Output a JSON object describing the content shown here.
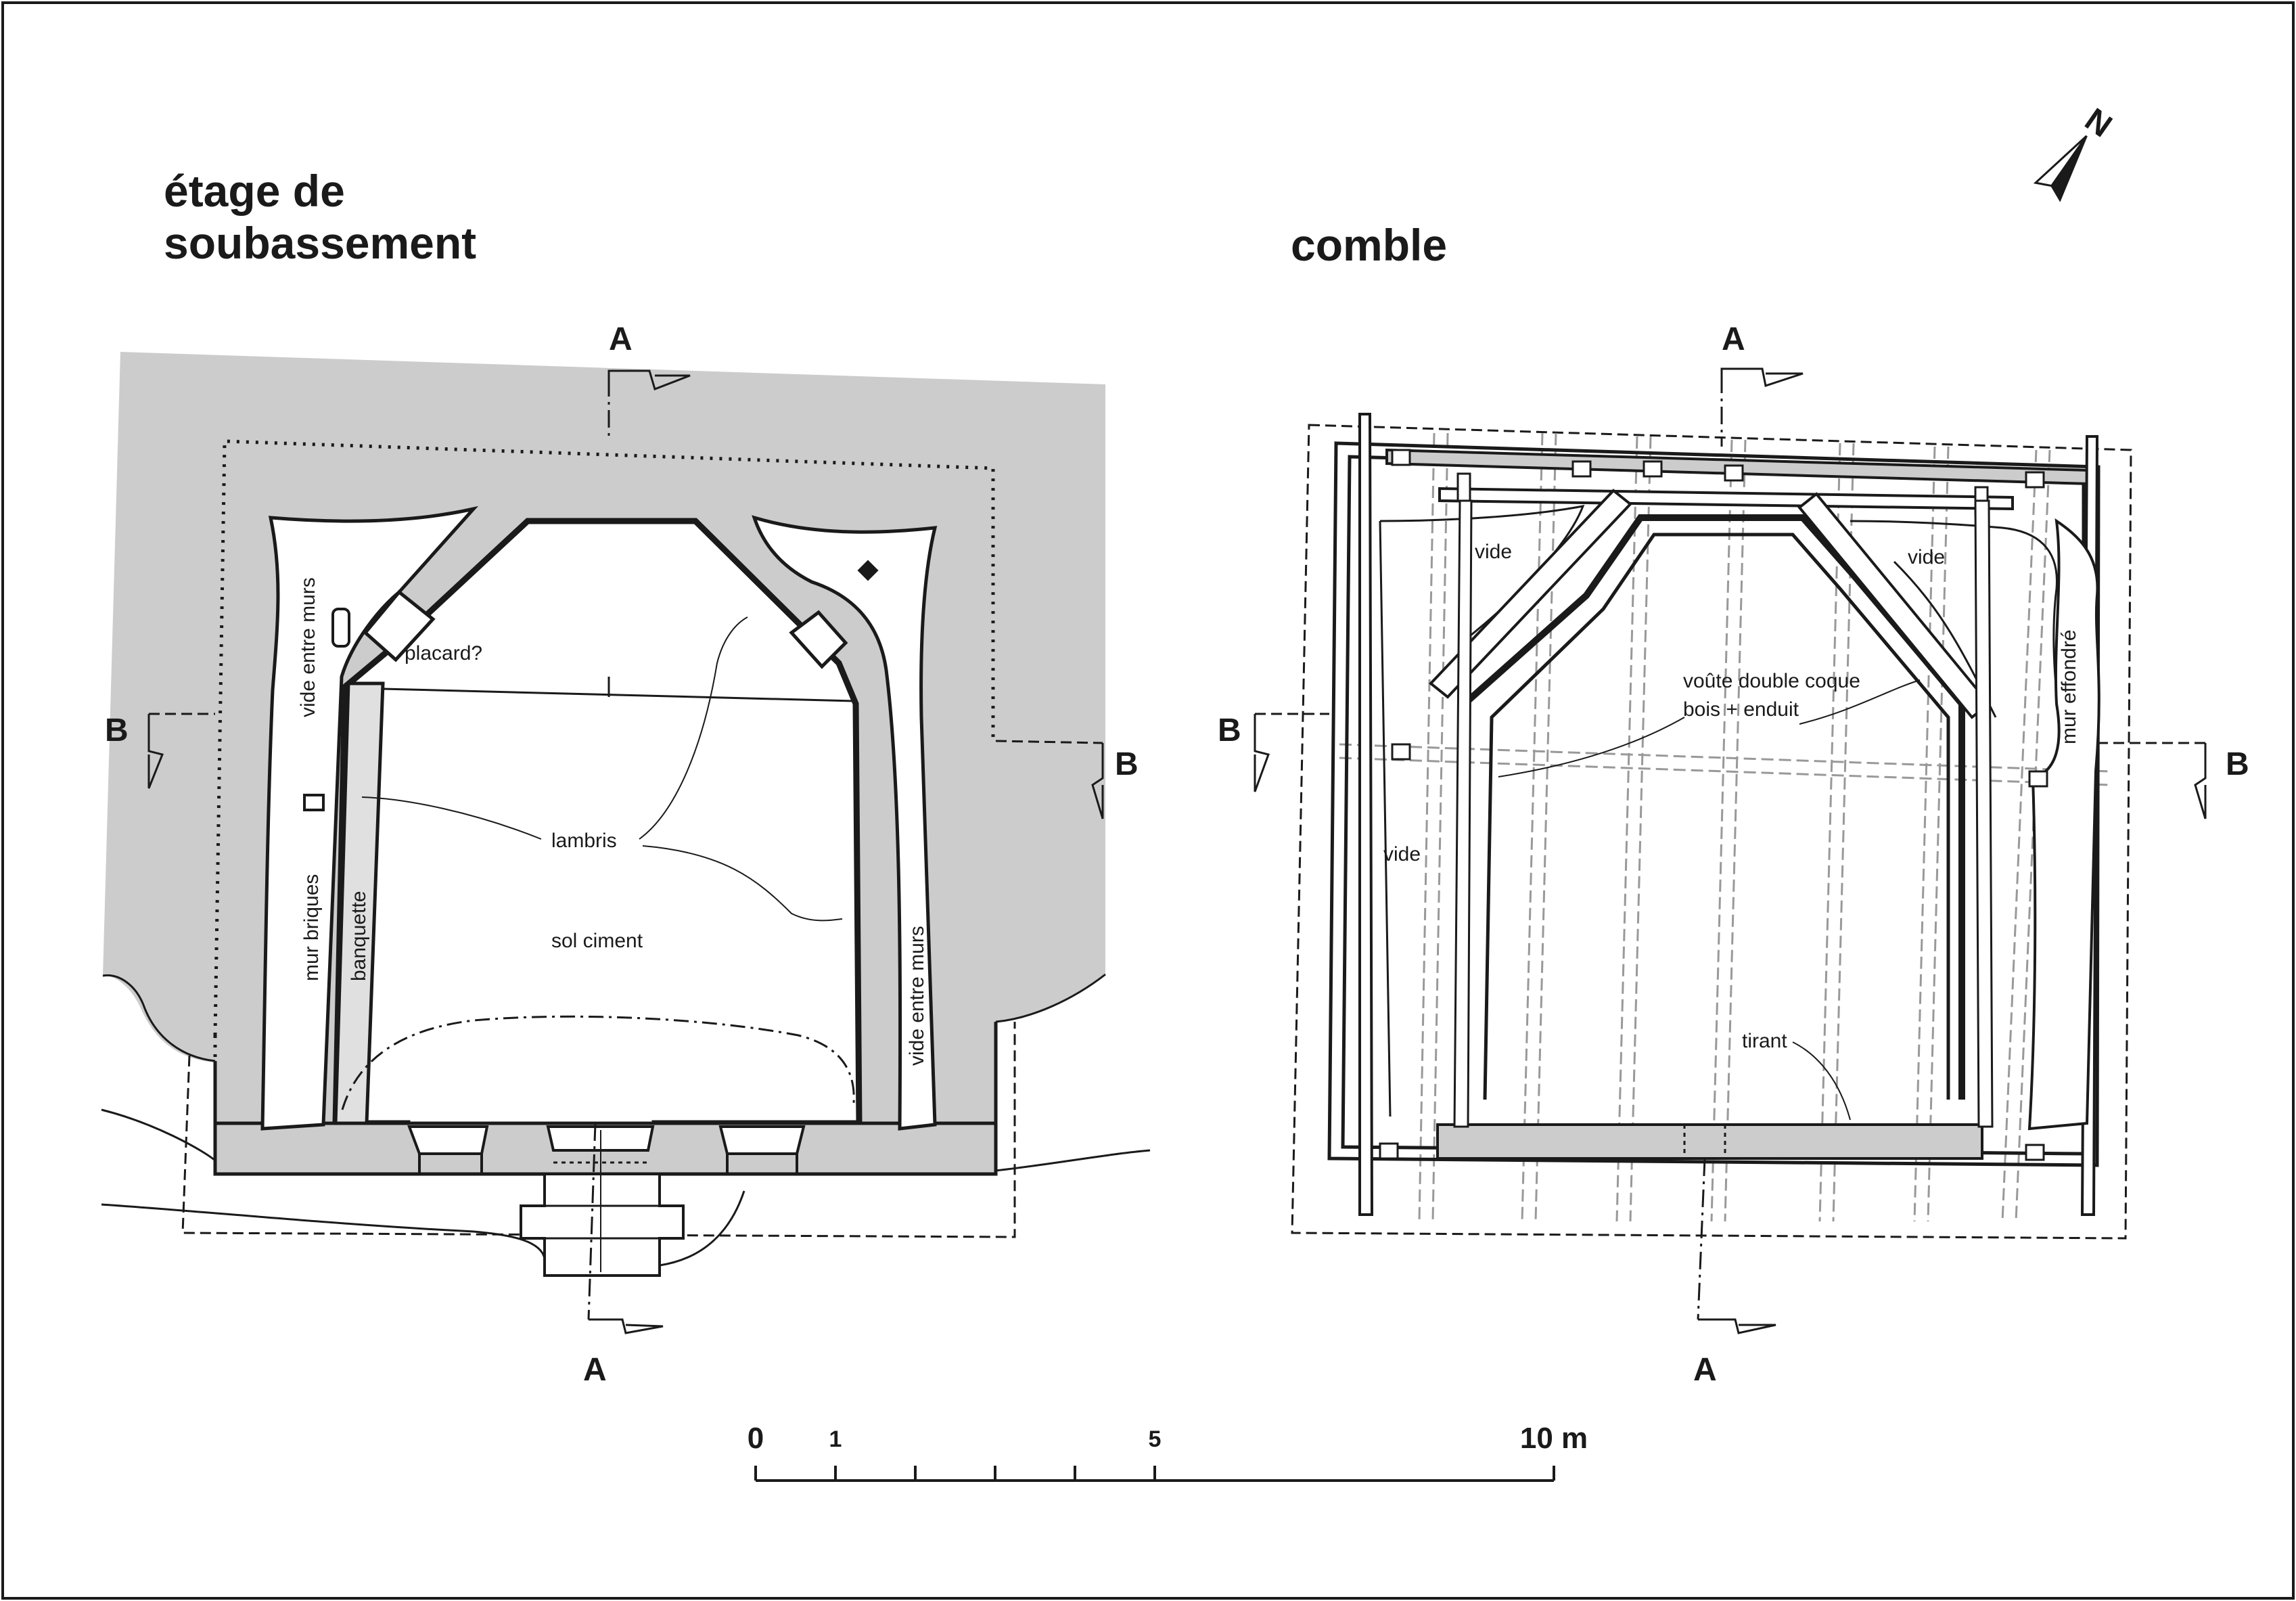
{
  "plan_left": {
    "title_line1": "étage de",
    "title_line2": "soubassement",
    "labels": {
      "vide_entre_murs_left": "vide entre murs",
      "placard": "placard?",
      "lambris": "lambris",
      "mur_briques": "mur briques",
      "banquette": "banquette",
      "sol_ciment": "sol ciment",
      "vide_entre_murs_right": "vide entre murs"
    }
  },
  "plan_right": {
    "title": "comble",
    "labels": {
      "vide_top_left": "vide",
      "vide_top_right": "vide",
      "voute_line1": "voûte double coque",
      "voute_line2": "bois + enduit",
      "mur_effondre": "mur effondré",
      "vide_left": "vide",
      "tirant": "tirant"
    }
  },
  "section_markers": {
    "a": "A",
    "b": "B"
  },
  "north": {
    "letter": "N"
  },
  "scale_bar": {
    "labels": [
      "0",
      "1",
      "5",
      "10 m"
    ],
    "max_meters": 10,
    "tick_meters": [
      0,
      1,
      2,
      3,
      4,
      5,
      10
    ]
  },
  "colors": {
    "ink": "#1a1a1a",
    "ground": "#cccccc",
    "fill_light": "#e0e0e0",
    "paper": "#ffffff"
  }
}
